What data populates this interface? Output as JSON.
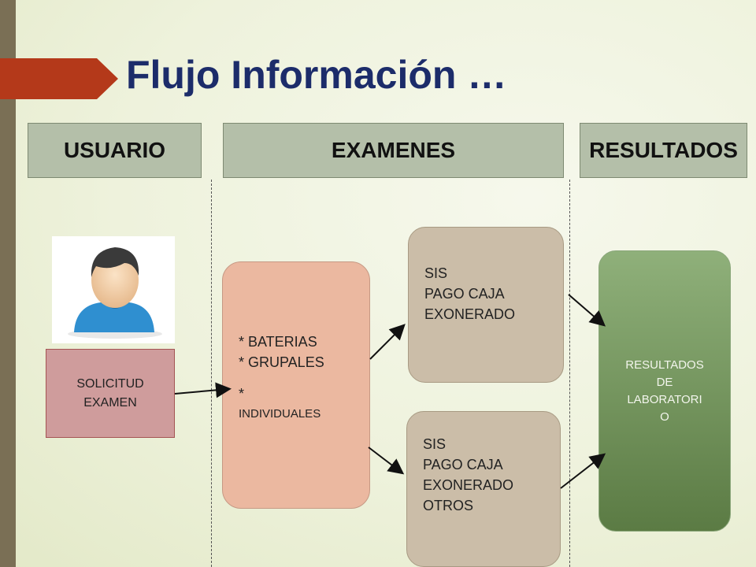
{
  "title": "Flujo Información …",
  "headers": {
    "usuario": "USUARIO",
    "examenes": "EXAMENES",
    "resultados": "RESULTADOS"
  },
  "user": {
    "icon": "user-avatar-icon"
  },
  "solicitud": {
    "line1": "SOLICITUD",
    "line2": "EXAMEN"
  },
  "examenes_box": {
    "line1": "* BATERIAS",
    "line2": "* GRUPALES",
    "line3": "*",
    "line4": "INDIVIDUALES"
  },
  "sis_top": {
    "lines": [
      "SIS",
      "PAGO CAJA",
      "EXONERADO"
    ]
  },
  "sis_bottom": {
    "lines": [
      "SIS",
      "PAGO CAJA",
      "EXONERADO",
      "OTROS"
    ]
  },
  "resultados_box": {
    "lines": [
      "RESULTADOS",
      "DE",
      "LABORATORI",
      "O"
    ]
  },
  "colors": {
    "title": "#1c2c6a",
    "accent_arrow": "#b4391a",
    "header_fill": "#b4bfa9",
    "results_green": "#6a8c52"
  }
}
